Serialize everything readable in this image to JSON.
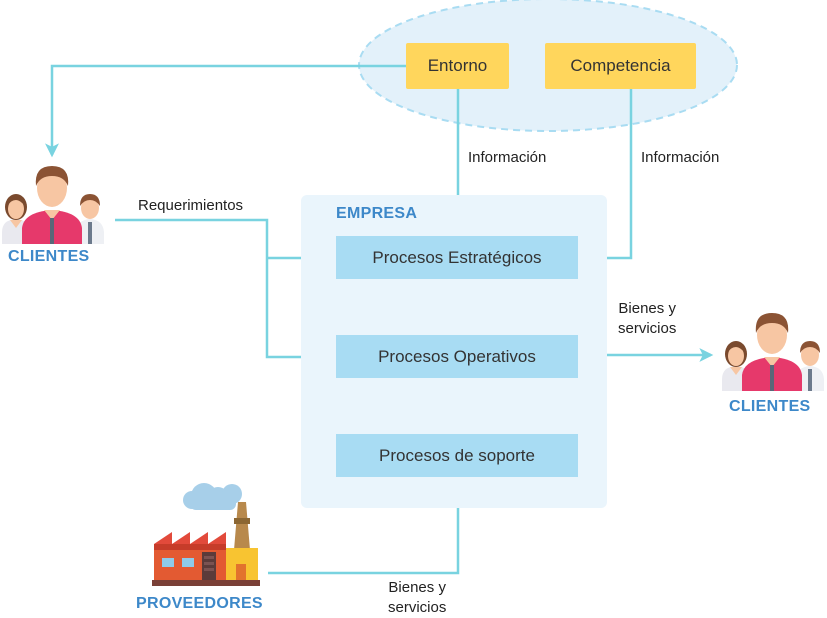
{
  "empresa": {
    "title": "EMPRESA"
  },
  "external": {
    "entorno": "Entorno",
    "competencia": "Competencia"
  },
  "processes": {
    "estrategicos": "Procesos Estratégicos",
    "operativos": "Procesos Operativos",
    "soporte": "Procesos de soporte"
  },
  "entities": {
    "clientes_left": "CLIENTES",
    "clientes_right": "CLIENTES",
    "proveedores": "PROVEEDORES"
  },
  "labels": {
    "info_1": "Información",
    "info_2": "Información",
    "requerimientos": "Requerimientos",
    "bienes_out_1": "Bienes y",
    "bienes_out_2": "servicios",
    "bienes_in_1": "Bienes y",
    "bienes_in_2": "servicios"
  },
  "colors": {
    "connector": "#79d3e0",
    "accent_blue": "#3d88c9",
    "process_fill": "#a8dcf3",
    "external_fill": "#ffd65c",
    "ellipse_fill": "#e3f1fa",
    "ellipse_stroke": "#a9dcf2"
  },
  "icons": {
    "clientes": "people-group-icon",
    "proveedores": "factory-icon"
  }
}
